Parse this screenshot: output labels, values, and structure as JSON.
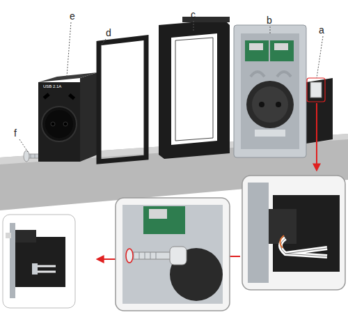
{
  "diagram": {
    "labels": [
      "a",
      "b",
      "c",
      "d",
      "e",
      "f",
      "USB 2.1A"
    ]
  }
}
